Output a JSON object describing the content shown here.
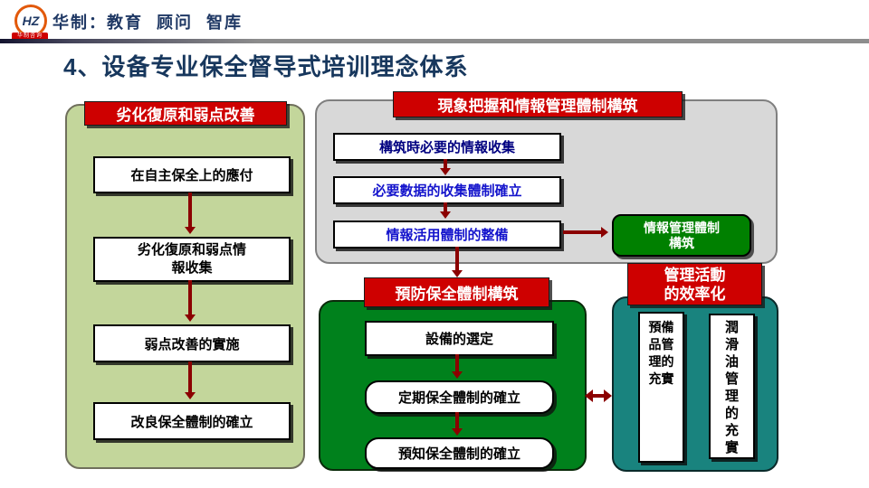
{
  "header": {
    "logo_text": "HZ",
    "logo_subtext": "华制咨询",
    "brand": "华制：教育 顾问 智库"
  },
  "title": "4、设备专业保全督导式培训理念体系",
  "diagram": {
    "left_panel": {
      "header": "劣化復原和弱点改善",
      "boxes": [
        "在自主保全上的應付",
        "劣化復原和弱点情報收集",
        "弱点改善的實施",
        "改良保全體制的確立"
      ]
    },
    "info_panel": {
      "header": "現象把握和情報管理體制構筑",
      "boxes": [
        "構筑時必要的情報收集",
        "必要數据的收集體制確立",
        "情報活用體制的整備"
      ],
      "result_box": "情報管理體制構筑"
    },
    "prevention_panel": {
      "header": "預防保全體制構筑",
      "boxes": [
        "設備的選定",
        "定期保全體制的確立",
        "預知保全體制的確立"
      ]
    },
    "efficiency_panel": {
      "header_line1": "管理活動",
      "header_line2": "的效率化",
      "box1_lines": [
        "預備",
        "品管",
        "理的",
        "充實"
      ],
      "box2_lines": [
        "潤",
        "滑",
        "油",
        "管",
        "理",
        "的",
        "充",
        "實"
      ]
    }
  },
  "colors": {
    "accent_red": "#CE0000",
    "arrow_red": "#8B0000",
    "panel_light_green": "#C3D69B",
    "panel_gray": "#D8D8D8",
    "panel_green": "#00811C",
    "panel_teal": "#19837E",
    "result_green": "#008000",
    "title_navy": "#17375D",
    "box_text_navy": "#000080",
    "box_text_blue": "#1414CC"
  }
}
